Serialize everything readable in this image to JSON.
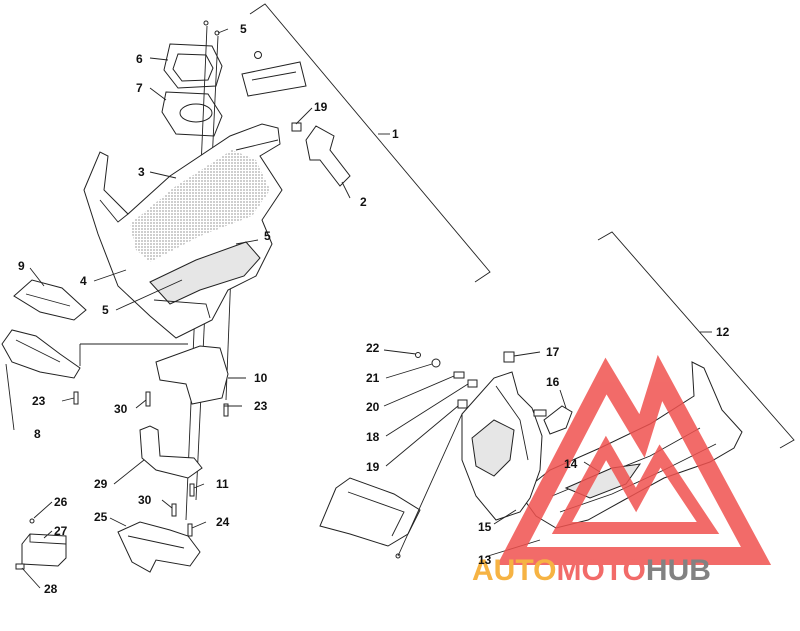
{
  "callouts": {
    "c1": "1",
    "c2": "2",
    "c3": "3",
    "c4": "4",
    "c5a": "5",
    "c5b": "5",
    "c5c": "5",
    "c6": "6",
    "c7": "7",
    "c8": "8",
    "c9": "9",
    "c10": "10",
    "c11": "11",
    "c12": "12",
    "c13": "13",
    "c14": "14",
    "c15": "15",
    "c16": "16",
    "c17": "17",
    "c18": "18",
    "c19a": "19",
    "c19b": "19",
    "c20": "20",
    "c21": "21",
    "c22": "22",
    "c23a": "23",
    "c23b": "23",
    "c24": "24",
    "c25": "25",
    "c26": "26",
    "c27": "27",
    "c28": "28",
    "c29": "29",
    "c30a": "30",
    "c30b": "30"
  },
  "watermark": {
    "auto": "AUTO",
    "moto": "MOTO",
    "hub": "HUB",
    "color_red": "#f0524f",
    "color_orange": "#f5a623",
    "color_grey": "#6d6d6d"
  }
}
